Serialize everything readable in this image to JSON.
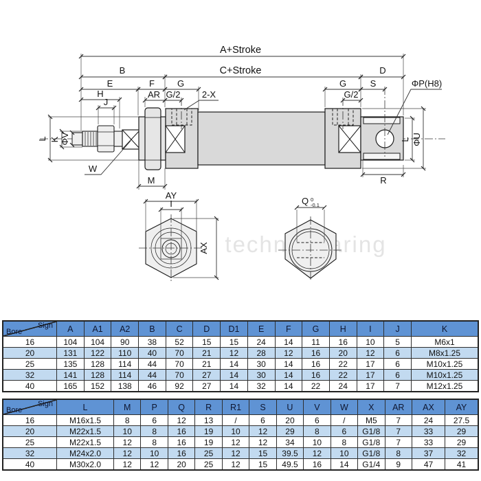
{
  "drawing": {
    "watermark": "technobearing",
    "labels": {
      "a_stroke": "A+Stroke",
      "c_stroke": "C+Stroke",
      "b": "B",
      "d": "D",
      "e": "E",
      "f": "F",
      "g_left": "G",
      "g2_left": "G/2",
      "h": "H",
      "j": "J",
      "ar": "AR",
      "two_x": "2-X",
      "l_left": "L",
      "k": "K",
      "phi_v": "ΦV",
      "w": "W",
      "m": "M",
      "g_right": "G",
      "g2_right": "G/2",
      "s": "S",
      "phi_p": "ΦP(H8)",
      "l_right": "L",
      "phi_u": "ΦU",
      "r": "R",
      "ay": "AY",
      "i": "I",
      "ax": "AX",
      "q": "Q",
      "q_sup": "0",
      "q_sub": "-0.1"
    }
  },
  "colors": {
    "header_bg": "#5f93d4",
    "row_alt_bg": "#c2daf0",
    "border": "#2e2e2e",
    "part_fill": "#d9d9d9",
    "line": "#1a1a1a"
  },
  "tables": [
    {
      "corner_top": "Sign",
      "corner_bottom": "Bore",
      "columns": [
        "A",
        "A1",
        "A2",
        "B",
        "C",
        "D",
        "D1",
        "E",
        "F",
        "G",
        "H",
        "I",
        "J",
        "K"
      ],
      "rows": [
        {
          "bore": "16",
          "values": [
            "104",
            "104",
            "90",
            "38",
            "52",
            "15",
            "15",
            "24",
            "14",
            "11",
            "16",
            "10",
            "5",
            "M6x1"
          ]
        },
        {
          "bore": "20",
          "values": [
            "131",
            "122",
            "110",
            "40",
            "70",
            "21",
            "12",
            "28",
            "12",
            "16",
            "20",
            "12",
            "6",
            "M8x1.25"
          ]
        },
        {
          "bore": "25",
          "values": [
            "135",
            "128",
            "114",
            "44",
            "70",
            "21",
            "14",
            "30",
            "14",
            "16",
            "22",
            "17",
            "6",
            "M10x1.25"
          ]
        },
        {
          "bore": "32",
          "values": [
            "141",
            "128",
            "114",
            "44",
            "70",
            "27",
            "14",
            "30",
            "14",
            "16",
            "22",
            "17",
            "6",
            "M10x1.25"
          ]
        },
        {
          "bore": "40",
          "values": [
            "165",
            "152",
            "138",
            "46",
            "92",
            "27",
            "14",
            "32",
            "14",
            "22",
            "24",
            "17",
            "7",
            "M12x1.25"
          ]
        }
      ]
    },
    {
      "corner_top": "Sign",
      "corner_bottom": "Bore",
      "columns": [
        "L",
        "M",
        "P",
        "Q",
        "R",
        "R1",
        "S",
        "U",
        "V",
        "W",
        "X",
        "AR",
        "AX",
        "AY"
      ],
      "rows": [
        {
          "bore": "16",
          "values": [
            "M16x1.5",
            "8",
            "6",
            "12",
            "13",
            "/",
            "6",
            "20",
            "6",
            "/",
            "M5",
            "7",
            "24",
            "27.5"
          ]
        },
        {
          "bore": "20",
          "values": [
            "M22x1.5",
            "10",
            "8",
            "16",
            "19",
            "10",
            "12",
            "29",
            "8",
            "6",
            "G1/8",
            "7",
            "33",
            "29"
          ]
        },
        {
          "bore": "25",
          "values": [
            "M22x1.5",
            "12",
            "8",
            "16",
            "19",
            "12",
            "12",
            "34",
            "10",
            "8",
            "G1/8",
            "7",
            "33",
            "29"
          ]
        },
        {
          "bore": "32",
          "values": [
            "M24x2.0",
            "12",
            "10",
            "16",
            "25",
            "12",
            "15",
            "39.5",
            "12",
            "10",
            "G1/8",
            "8",
            "37",
            "32"
          ]
        },
        {
          "bore": "40",
          "values": [
            "M30x2.0",
            "12",
            "12",
            "20",
            "25",
            "12",
            "15",
            "49.5",
            "16",
            "14",
            "G1/4",
            "9",
            "47",
            "41"
          ]
        }
      ]
    }
  ]
}
